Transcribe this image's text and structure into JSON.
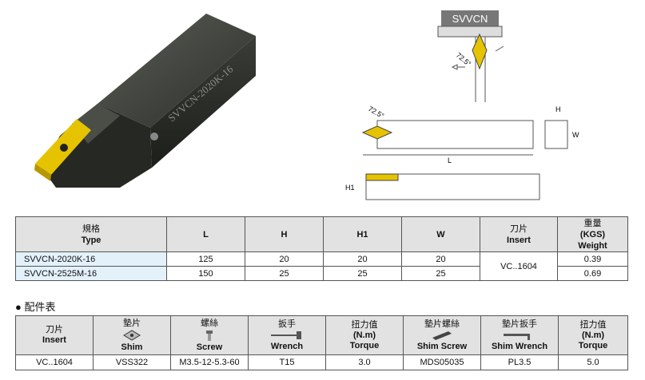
{
  "tool_image": {
    "engraving": "SVVCN-2020K-16"
  },
  "diagram": {
    "top_label": "SVVCN",
    "angle_top": "72.5°",
    "angle_side": "72.5°",
    "dim_h": "H",
    "dim_w": "W",
    "dim_l": "L",
    "dim_h1": "H1"
  },
  "spec_table": {
    "headers": {
      "type_zh": "規格",
      "type_en": "Type",
      "l": "L",
      "h": "H",
      "h1": "H1",
      "w": "W",
      "insert_zh": "刀片",
      "insert_en": "Insert",
      "weight_zh": "重量",
      "weight_unit": "(KGS)",
      "weight_en": "Weight"
    },
    "rows": [
      {
        "type": "SVVCN-2020K-16",
        "l": "125",
        "h": "20",
        "h1": "20",
        "w": "20",
        "weight": "0.39"
      },
      {
        "type": "SVVCN-2525M-16",
        "l": "150",
        "h": "25",
        "h1": "25",
        "w": "25",
        "weight": "0.69"
      }
    ],
    "insert": "VC..1604"
  },
  "accessories": {
    "title": "配件表",
    "headers": [
      {
        "zh": "刀片",
        "en": "Insert"
      },
      {
        "zh": "墊片",
        "en": "Shim"
      },
      {
        "zh": "螺絲",
        "en": "Screw"
      },
      {
        "zh": "扳手",
        "en": "Wrench"
      },
      {
        "zh": "扭力值",
        "unit": "(N.m)",
        "en": "Torque"
      },
      {
        "zh": "墊片螺絲",
        "en": "Shim Screw"
      },
      {
        "zh": "墊片扳手",
        "en": "Shim Wrench"
      },
      {
        "zh": "扭力值",
        "unit": "(N.m)",
        "en": "Torque"
      }
    ],
    "row": [
      "VC..1604",
      "VSS322",
      "M3.5-12-5.3-60",
      "T15",
      "3.0",
      "MDS05035",
      "PL3.5",
      "5.0"
    ]
  },
  "colors": {
    "insert_gold": "#e5c300",
    "header_gray": "#e2e2e2",
    "type_cell_blue": "#e3f1fb"
  }
}
